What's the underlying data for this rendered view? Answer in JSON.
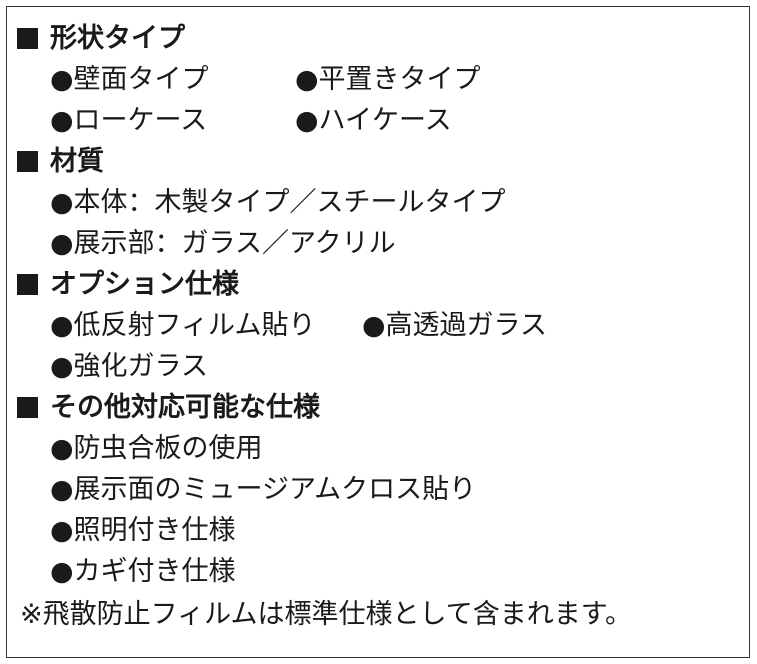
{
  "sections": [
    {
      "heading": "形状タイプ",
      "items": [
        "●壁面タイプ",
        "●平置きタイプ",
        "●ローケース",
        "●ハイケース"
      ]
    },
    {
      "heading": "材質",
      "items": [
        "●本体：木製タイプ／スチールタイプ",
        "●展示部：ガラス／アクリル"
      ]
    },
    {
      "heading": "オプション仕様",
      "items": [
        "●低反射フィルム貼り",
        "●高透過ガラス",
        "●強化ガラス"
      ]
    },
    {
      "heading": "その他対応可能な仕様",
      "items": [
        "●防虫合板の使用",
        "●展示面のミュージアムクロス貼り",
        "●照明付き仕様",
        "●カギ付き仕様"
      ]
    }
  ],
  "note": "※飛散防止フィルムは標準仕様として含まれます。"
}
